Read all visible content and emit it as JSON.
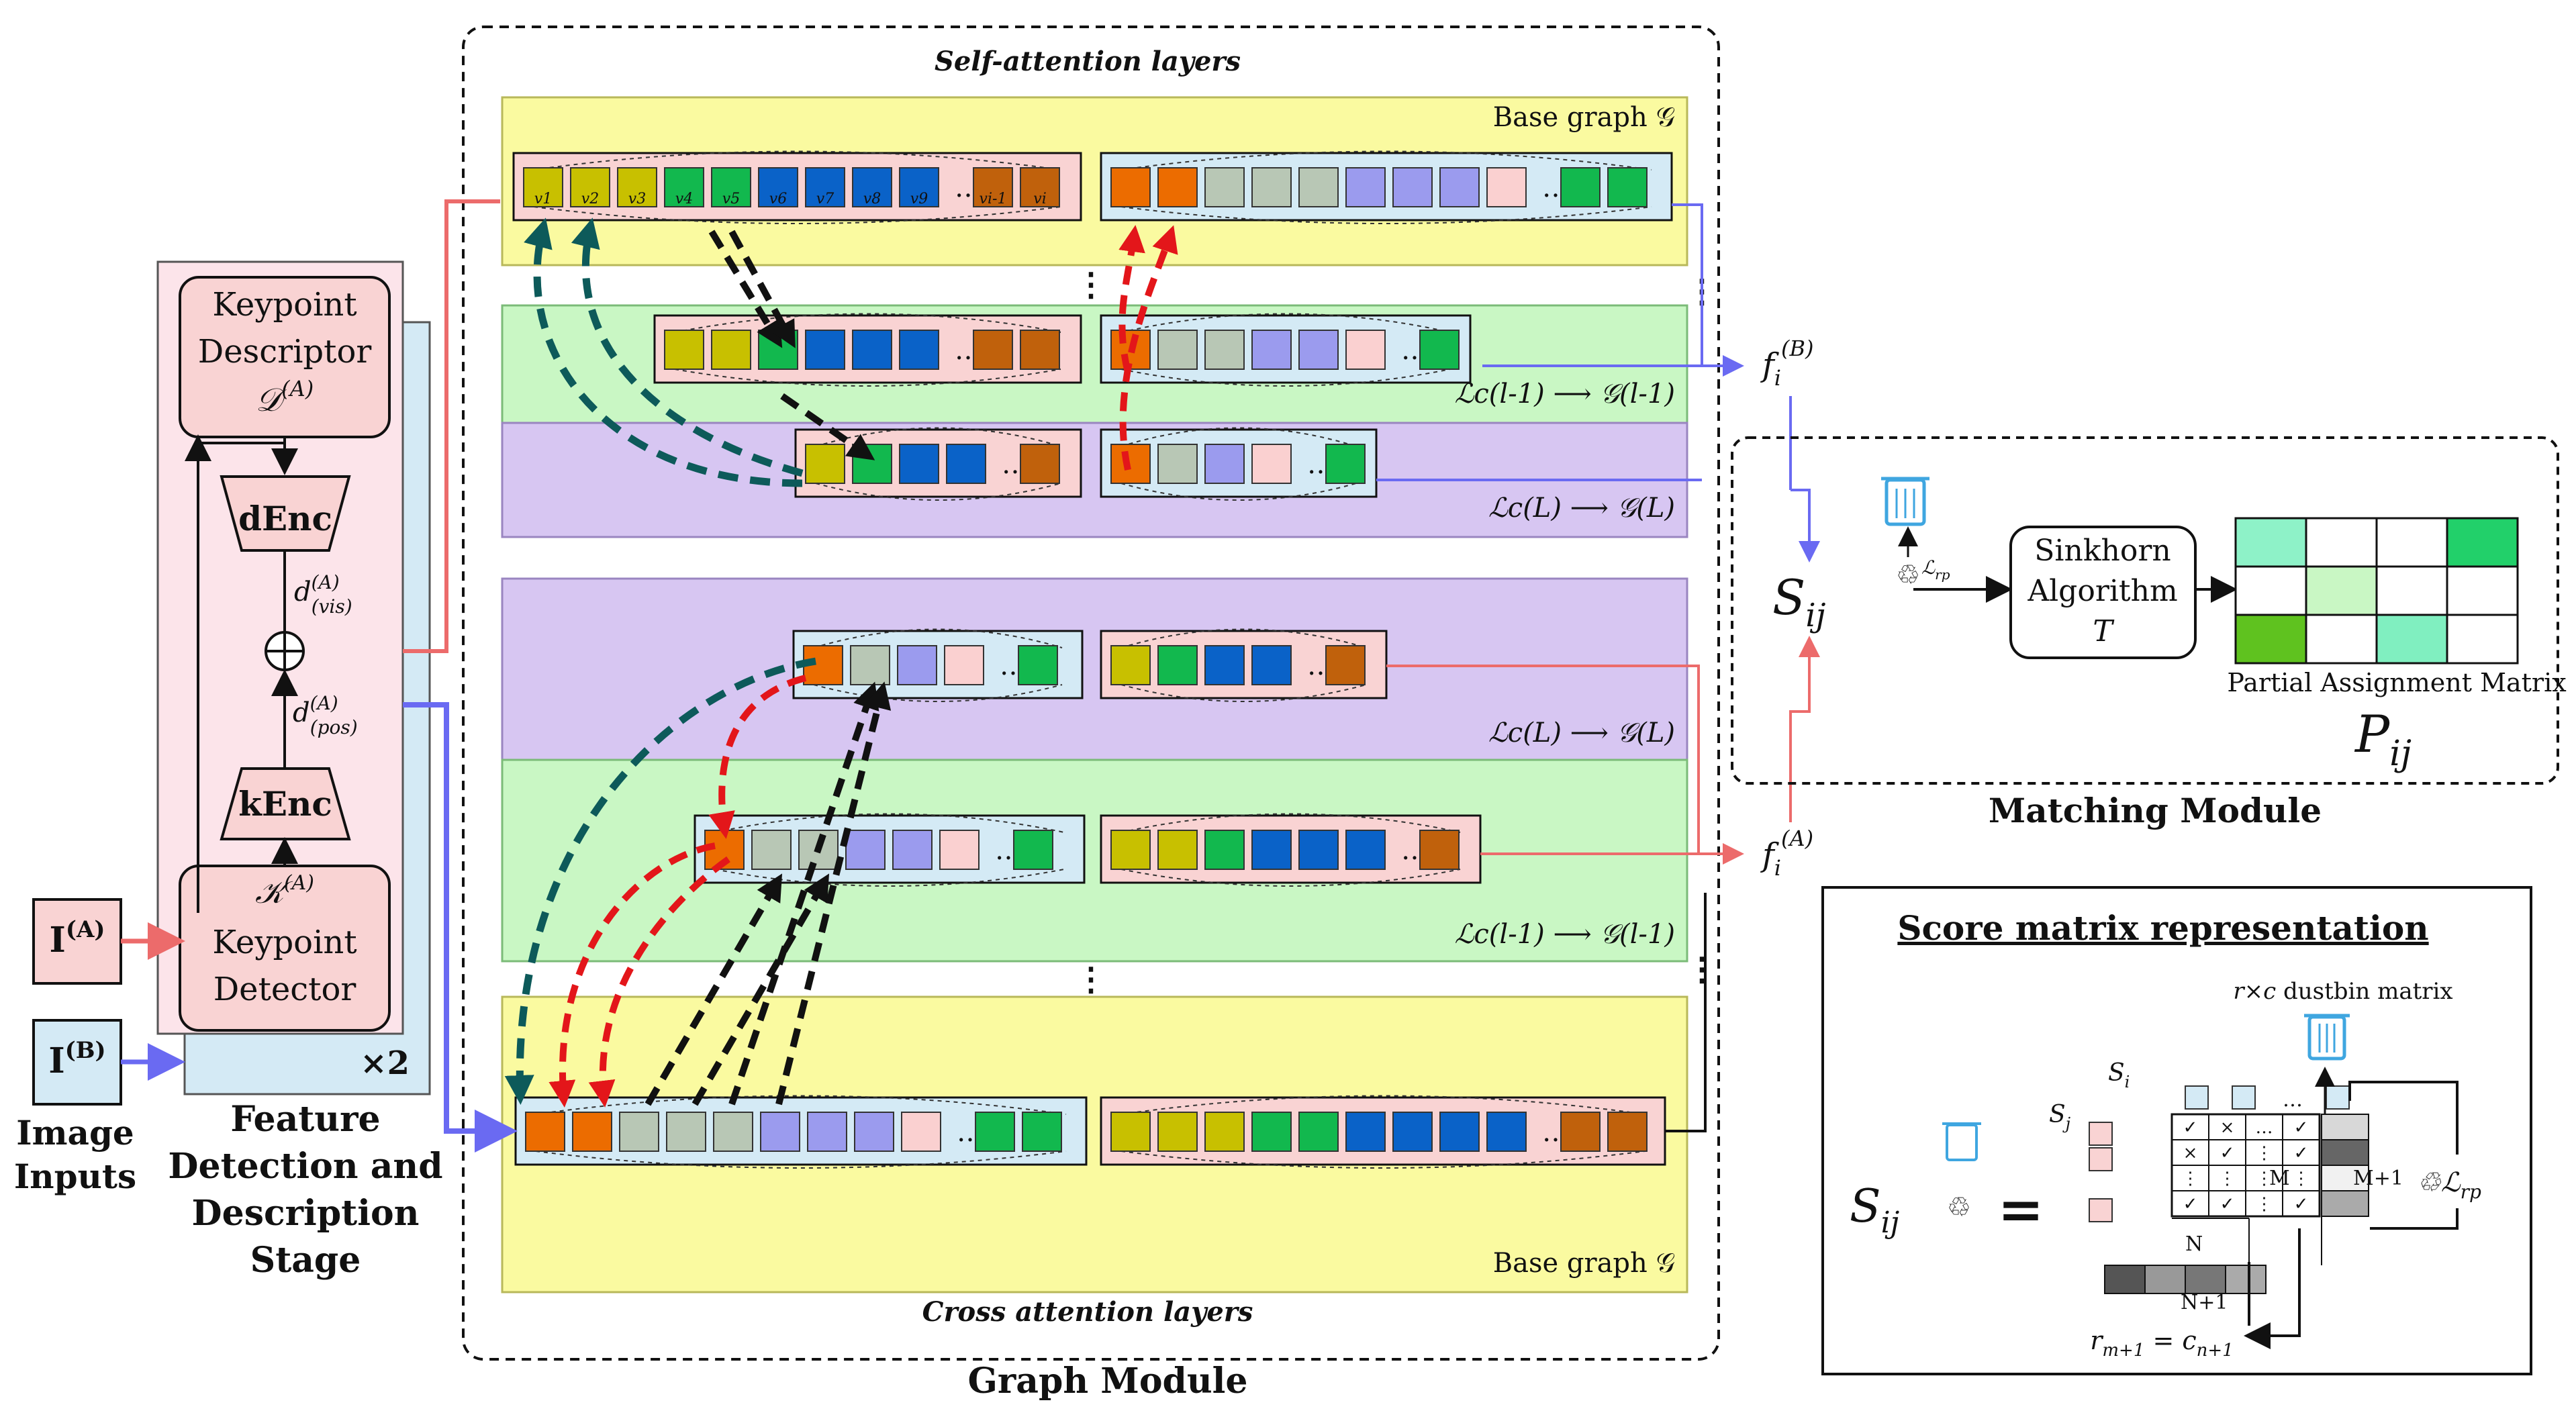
{
  "colors": {
    "pink": "#f9d3d3",
    "blue": "#d4eaf5",
    "yellow": "#fafaa0",
    "green": "#c9f7c4",
    "purple": "#d7c6f2",
    "red_line": "#ec6b6b",
    "blue_line": "#6a6af2",
    "teal": "#0d5a5a",
    "red_dash": "#e3161a",
    "node_yellow": "#c8c000",
    "node_green": "#12b84e",
    "node_blue": "#0a62c8",
    "node_brown": "#c0610c",
    "node_orange": "#ec6c00",
    "node_gray": "#b8c7b5",
    "node_lav": "#9b9bee",
    "node_pink": "#fad0d0"
  },
  "inputs": {
    "image_a": "I(A)",
    "image_b": "I(B)",
    "caption_line1": "Image",
    "caption_line2": "Inputs"
  },
  "feature_stage": {
    "descriptor_line1": "Keypoint",
    "descriptor_line2": "Descriptor",
    "descriptor_symbol": "𝒟(A)",
    "denc": "dEnc",
    "d_vis": "d(A)(vis)",
    "d_pos": "d(A)(pos)",
    "kenc": "kEnc",
    "detector_symbol": "𝒦(A)",
    "detector_line1": "Keypoint",
    "detector_line2": "Detector",
    "repeat": "×2",
    "caption_line1": "Feature",
    "caption_line2": "Detection and",
    "caption_line3": "Description",
    "caption_line4": "Stage"
  },
  "graph_module": {
    "self_attention_title": "Self-attention layers",
    "cross_attention_title": "Cross attention layers",
    "base_graph_top": "Base graph 𝒢",
    "base_graph_bottom": "Base graph 𝒢",
    "layer_l_minus_1_self": "ℒc(l-1) ⟶ 𝒢(l-1)",
    "layer_l_self": "ℒc(L) ⟶ 𝒢(L)",
    "layer_l_cross": "ℒc(L) ⟶ 𝒢(L)",
    "layer_l_minus_1_cross": "ℒc(l-1) ⟶ 𝒢(l-1)",
    "node_labels": [
      "v1",
      "v2",
      "v3",
      "v4",
      "v5",
      "v6",
      "v7",
      "v8",
      "v9",
      "vi-1",
      "vi"
    ],
    "caption": "Graph Module"
  },
  "features": {
    "f_b": "fi(B)",
    "f_a": "fi(A)"
  },
  "matching_module": {
    "score": "Sij",
    "loss": "ℒrp",
    "sinkhorn_line1": "Sinkhorn",
    "sinkhorn_line2": "Algorithm",
    "sinkhorn_symbol": "T",
    "matrix_caption": "Partial Assignment Matrix",
    "matrix_symbol": "Pij",
    "caption": "Matching Module"
  },
  "score_matrix": {
    "title": "Score matrix representation",
    "dustbin_label": "r×c dustbin matrix",
    "si_label": "Si",
    "sj_label": "Sj",
    "m_label": "M",
    "m_plus_1": "M+1",
    "n_label": "N",
    "n_plus_1": "N+1",
    "equation": "rm+1 = cn+1",
    "loss": "ℒrp",
    "score": "Sij",
    "equals": "=",
    "ellipsis": "…",
    "cells": [
      [
        "✓",
        "×",
        "…",
        "✓"
      ],
      [
        "×",
        "✓",
        "⋮",
        "✓"
      ],
      [
        "⋮",
        "⋮",
        "⋮",
        "⋮"
      ],
      [
        "✓",
        "✓",
        "⋮",
        "✓"
      ]
    ]
  }
}
